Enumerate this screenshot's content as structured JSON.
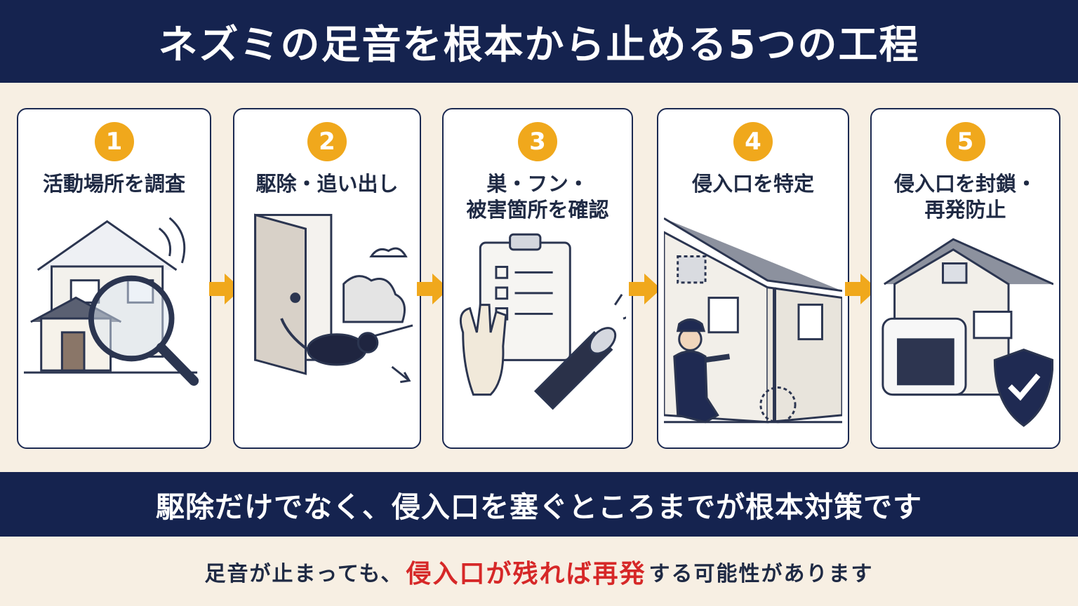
{
  "title": "ネズミの足音を根本から止める5つの工程",
  "steps": [
    {
      "number": "1",
      "label": "活動場所を調査",
      "icon": "house-magnifier-icon"
    },
    {
      "number": "2",
      "label": "駆除・追い出し",
      "icon": "door-rat-icon"
    },
    {
      "number": "3",
      "label_line1": "巣・フン・",
      "label_line2": "被害箇所を確認",
      "icon": "clipboard-flashlight-icon"
    },
    {
      "number": "4",
      "label": "侵入口を特定",
      "icon": "worker-house-icon"
    },
    {
      "number": "5",
      "label_line1": "侵入口を封鎖・",
      "label_line2": "再発防止",
      "icon": "house-shield-icon"
    }
  ],
  "summary": "駆除だけでなく、侵入口を塞ぐところまでが根本対策です",
  "note": {
    "before": "足音が止まっても、",
    "highlight": "侵入口が残れば再発",
    "after": "する可能性があります"
  },
  "colors": {
    "navy": "#15234f",
    "accent": "#f0a81c",
    "highlight": "#d62828",
    "background": "#f7efe3"
  }
}
